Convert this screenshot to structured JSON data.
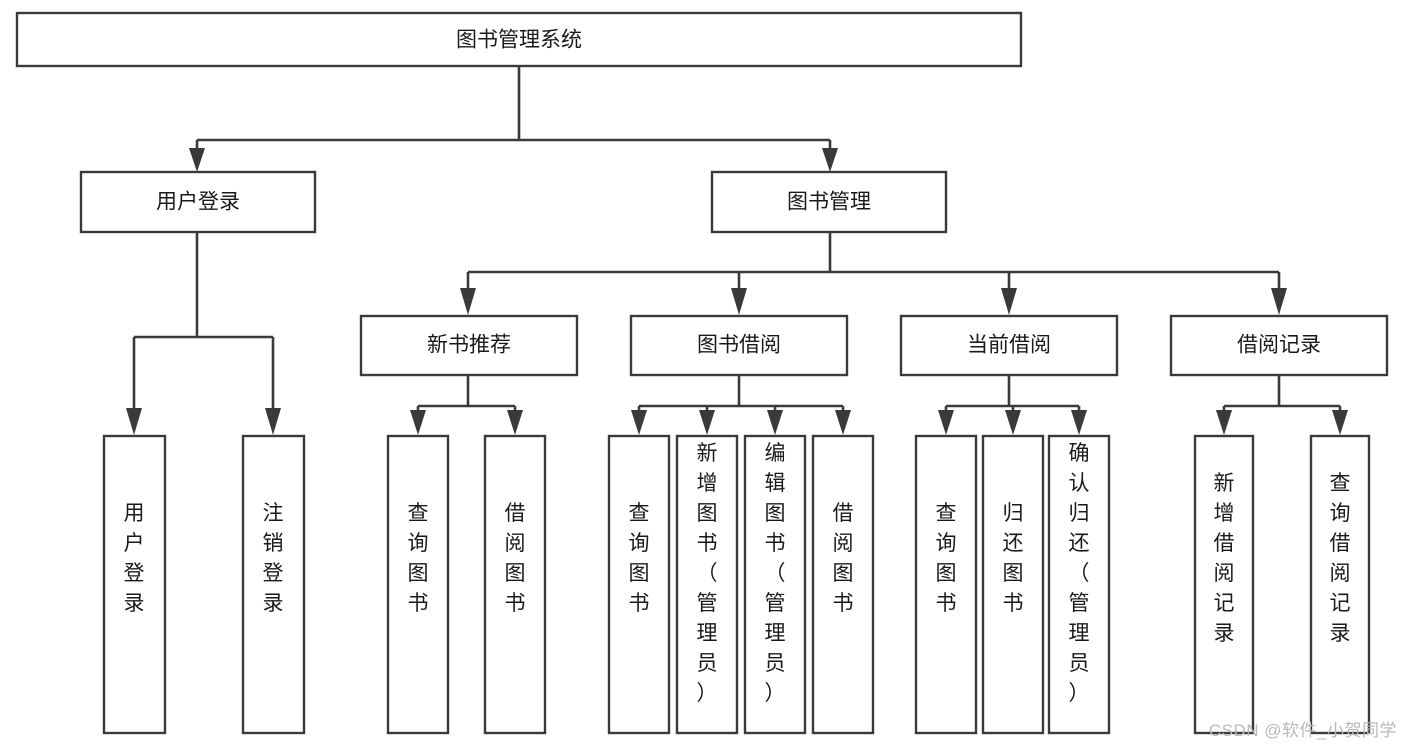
{
  "diagram": {
    "type": "tree-hierarchy-chart",
    "title": "图书管理系统",
    "watermark": "CSDN @软件_小贺同学",
    "colors": {
      "stroke": "#3a3a3a",
      "fill": "#ffffff",
      "text": "#1a1a1a",
      "watermark": "#b9b9b9"
    },
    "levels": [
      {
        "level": 1,
        "nodes": [
          {
            "id": "root",
            "label": "图书管理系统",
            "orientation": "horizontal"
          }
        ]
      },
      {
        "level": 2,
        "nodes": [
          {
            "id": "user-login",
            "label": "用户登录",
            "orientation": "horizontal",
            "parent": "root"
          },
          {
            "id": "book-manage",
            "label": "图书管理",
            "orientation": "horizontal",
            "parent": "root"
          }
        ]
      },
      {
        "level": 3,
        "nodes": [
          {
            "id": "new-book-recommend",
            "label": "新书推荐",
            "orientation": "horizontal",
            "parent": "book-manage"
          },
          {
            "id": "book-borrow",
            "label": "图书借阅",
            "orientation": "horizontal",
            "parent": "book-manage"
          },
          {
            "id": "current-borrow",
            "label": "当前借阅",
            "orientation": "horizontal",
            "parent": "book-manage"
          },
          {
            "id": "borrow-record",
            "label": "借阅记录",
            "orientation": "horizontal",
            "parent": "book-manage"
          }
        ]
      },
      {
        "level": 4,
        "nodes": [
          {
            "id": "leaf-user-login",
            "label": "用户登录",
            "orientation": "vertical",
            "parent": "user-login"
          },
          {
            "id": "leaf-logout-login",
            "label": "注销登录",
            "orientation": "vertical",
            "parent": "user-login"
          },
          {
            "id": "leaf-query-book-1",
            "label": "查询图书",
            "orientation": "vertical",
            "parent": "new-book-recommend"
          },
          {
            "id": "leaf-borrow-book-1",
            "label": "借阅图书",
            "orientation": "vertical",
            "parent": "new-book-recommend"
          },
          {
            "id": "leaf-query-book-2",
            "label": "查询图书",
            "orientation": "vertical",
            "parent": "book-borrow"
          },
          {
            "id": "leaf-add-book",
            "label": "新增图书（管理员）",
            "orientation": "vertical",
            "parent": "book-borrow"
          },
          {
            "id": "leaf-edit-book",
            "label": "编辑图书（管理员）",
            "orientation": "vertical",
            "parent": "book-borrow"
          },
          {
            "id": "leaf-borrow-book-2",
            "label": "借阅图书",
            "orientation": "vertical",
            "parent": "book-borrow"
          },
          {
            "id": "leaf-query-book-3",
            "label": "查询图书",
            "orientation": "vertical",
            "parent": "current-borrow"
          },
          {
            "id": "leaf-return-book",
            "label": "归还图书",
            "orientation": "vertical",
            "parent": "current-borrow"
          },
          {
            "id": "leaf-confirm-return",
            "label": "确认归还（管理员）",
            "orientation": "vertical",
            "parent": "current-borrow"
          },
          {
            "id": "leaf-add-record",
            "label": "新增借阅记录",
            "orientation": "vertical",
            "parent": "borrow-record"
          },
          {
            "id": "leaf-query-record",
            "label": "查询借阅记录",
            "orientation": "vertical",
            "parent": "borrow-record"
          }
        ]
      }
    ]
  }
}
